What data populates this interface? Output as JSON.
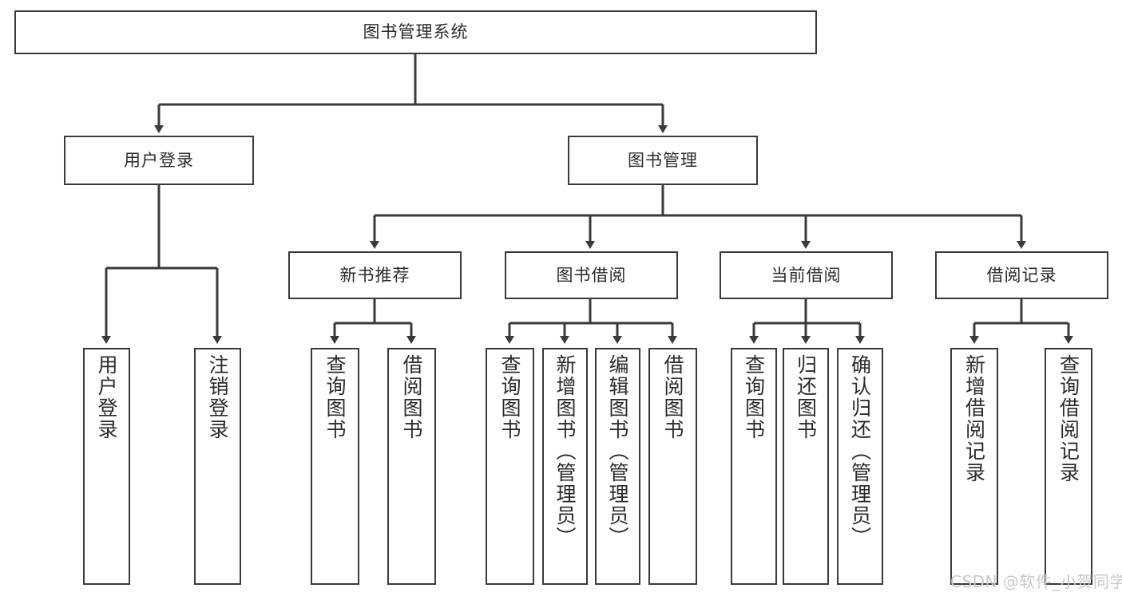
{
  "diagram": {
    "type": "tree",
    "title": "图书管理系统",
    "colors": {
      "stroke": "#3a3a3a",
      "fill": "#ffffff",
      "text": "#2b2b2b",
      "watermark": "#c9c9c9"
    },
    "nodes": {
      "root": {
        "label": "图书管理系统"
      },
      "level1": [
        {
          "id": "user-login",
          "label": "用户登录"
        },
        {
          "id": "book-manage",
          "label": "图书管理"
        }
      ],
      "level2": [
        {
          "id": "new-book-rec",
          "label": "新书推荐"
        },
        {
          "id": "book-borrow",
          "label": "图书借阅"
        },
        {
          "id": "current-borrow",
          "label": "当前借阅"
        },
        {
          "id": "borrow-record",
          "label": "借阅记录"
        }
      ],
      "leaves": [
        {
          "id": "leaf-user-login",
          "label": "用户登录"
        },
        {
          "id": "leaf-logout-login",
          "label": "注销登录"
        },
        {
          "id": "leaf-query-book-1",
          "label": "查询图书"
        },
        {
          "id": "leaf-borrow-book-1",
          "label": "借阅图书"
        },
        {
          "id": "leaf-query-book-2",
          "label": "查询图书"
        },
        {
          "id": "leaf-add-book",
          "label": "新增图书（管理员）"
        },
        {
          "id": "leaf-edit-book",
          "label": "编辑图书（管理员）"
        },
        {
          "id": "leaf-borrow-book-2",
          "label": "借阅图书"
        },
        {
          "id": "leaf-query-book-3",
          "label": "查询图书"
        },
        {
          "id": "leaf-return-book",
          "label": "归还图书"
        },
        {
          "id": "leaf-confirm-return",
          "label": "确认归还（管理员）"
        },
        {
          "id": "leaf-add-record",
          "label": "新增借阅记录"
        },
        {
          "id": "leaf-query-record",
          "label": "查询借阅记录"
        }
      ]
    }
  },
  "watermark": {
    "text": "CSDN @软件_小贺同学"
  }
}
